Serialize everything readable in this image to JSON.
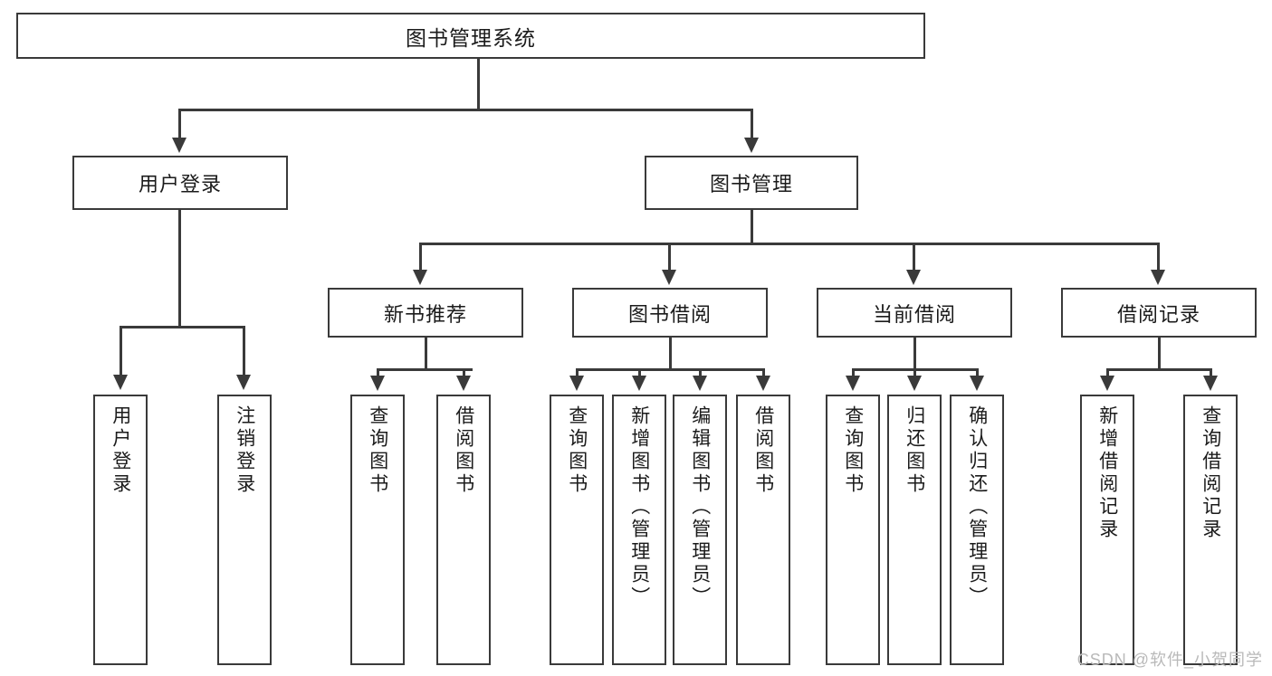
{
  "diagram": {
    "type": "tree",
    "title": "图书管理系统",
    "root": {
      "id": "root",
      "label": "图书管理系统"
    },
    "level1": [
      {
        "id": "user-login",
        "label": "用户登录"
      },
      {
        "id": "book-manage",
        "label": "图书管理"
      }
    ],
    "level2": [
      {
        "id": "new-book-rec",
        "label": "新书推荐",
        "parent": "book-manage"
      },
      {
        "id": "book-borrow",
        "label": "图书借阅",
        "parent": "book-manage"
      },
      {
        "id": "current-borrow",
        "label": "当前借阅",
        "parent": "book-manage"
      },
      {
        "id": "borrow-record",
        "label": "借阅记录",
        "parent": "book-manage"
      }
    ],
    "leaves": [
      {
        "id": "leaf-user-login",
        "label": "用户登录",
        "parent": "user-login"
      },
      {
        "id": "leaf-user-logout",
        "label": "注销登录",
        "parent": "user-login"
      },
      {
        "id": "leaf-query-book-1",
        "label": "查询图书",
        "parent": "new-book-rec"
      },
      {
        "id": "leaf-borrow-book-1",
        "label": "借阅图书",
        "parent": "new-book-rec"
      },
      {
        "id": "leaf-query-book-2",
        "label": "查询图书",
        "parent": "book-borrow"
      },
      {
        "id": "leaf-add-book",
        "label": "新增图书（管理员）",
        "parent": "book-borrow"
      },
      {
        "id": "leaf-edit-book",
        "label": "编辑图书（管理员）",
        "parent": "book-borrow"
      },
      {
        "id": "leaf-borrow-book-2",
        "label": "借阅图书",
        "parent": "book-borrow"
      },
      {
        "id": "leaf-query-book-3",
        "label": "查询图书",
        "parent": "current-borrow"
      },
      {
        "id": "leaf-return-book",
        "label": "归还图书",
        "parent": "current-borrow"
      },
      {
        "id": "leaf-confirm-return",
        "label": "确认归还（管理员）",
        "parent": "current-borrow"
      },
      {
        "id": "leaf-add-record",
        "label": "新增借阅记录",
        "parent": "borrow-record"
      },
      {
        "id": "leaf-query-record",
        "label": "查询借阅记录",
        "parent": "borrow-record"
      }
    ],
    "colors": {
      "stroke": "#3a3a3a",
      "fill": "#ffffff",
      "text": "#1b1b1b",
      "watermark": "#b9b9b9"
    }
  },
  "watermark": {
    "text": "CSDN @软件_小贺同学"
  }
}
